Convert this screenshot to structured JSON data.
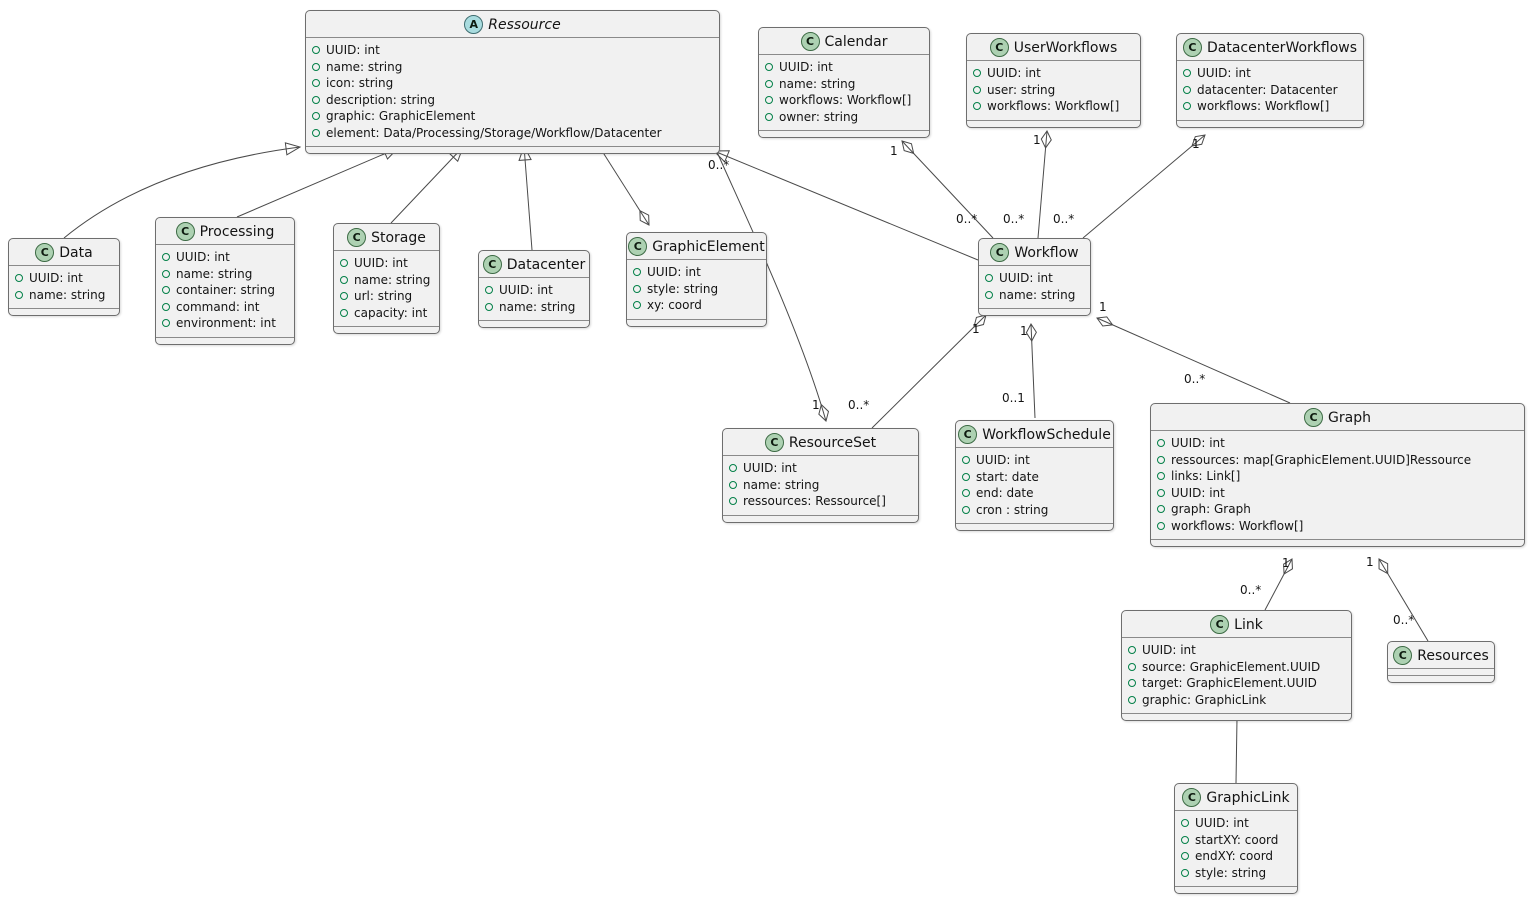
{
  "diagram": {
    "kind": "uml-class-diagram",
    "colors": {
      "box_background": "#F1F1F1",
      "box_border": "#6E6E6E",
      "class_icon_background": "#ADD1B2",
      "abstract_icon_background": "#A9DCDF",
      "field_icon_color": "#038048",
      "edge_color": "#4A4A4A"
    },
    "classes": {
      "ressource": {
        "icon": "A",
        "name": "Ressource",
        "attrs": [
          "UUID: int",
          "name: string",
          "icon: string",
          "description: string",
          "graphic: GraphicElement",
          "element: Data/Processing/Storage/Workflow/Datacenter"
        ]
      },
      "calendar": {
        "icon": "C",
        "name": "Calendar",
        "attrs": [
          "UUID: int",
          "name: string",
          "workflows: Workflow[]",
          "owner: string"
        ]
      },
      "userworkflows": {
        "icon": "C",
        "name": "UserWorkflows",
        "attrs": [
          "UUID: int",
          "user: string",
          "workflows: Workflow[]"
        ]
      },
      "datacenterworkflows": {
        "icon": "C",
        "name": "DatacenterWorkflows",
        "attrs": [
          "UUID: int",
          "datacenter: Datacenter",
          "workflows: Workflow[]"
        ]
      },
      "data": {
        "icon": "C",
        "name": "Data",
        "attrs": [
          "UUID: int",
          "name: string"
        ]
      },
      "processing": {
        "icon": "C",
        "name": "Processing",
        "attrs": [
          "UUID: int",
          "name: string",
          "container: string",
          "command: int",
          "environment: int"
        ]
      },
      "storage": {
        "icon": "C",
        "name": "Storage",
        "attrs": [
          "UUID: int",
          "name: string",
          "url: string",
          "capacity: int"
        ]
      },
      "datacenter": {
        "icon": "C",
        "name": "Datacenter",
        "attrs": [
          "UUID: int",
          "name: string"
        ]
      },
      "graphicelement": {
        "icon": "C",
        "name": "GraphicElement",
        "attrs": [
          "UUID: int",
          "style: string",
          "xy: coord"
        ]
      },
      "workflow": {
        "icon": "C",
        "name": "Workflow",
        "attrs": [
          "UUID: int",
          "name: string"
        ]
      },
      "resourceset": {
        "icon": "C",
        "name": "ResourceSet",
        "attrs": [
          "UUID: int",
          "name: string",
          "ressources: Ressource[]"
        ]
      },
      "workflowschedule": {
        "icon": "C",
        "name": "WorkflowSchedule",
        "attrs": [
          "UUID: int",
          "start: date",
          "end: date",
          "cron : string"
        ]
      },
      "graph": {
        "icon": "C",
        "name": "Graph",
        "attrs": [
          "UUID: int",
          "ressources: map[GraphicElement.UUID]Ressource",
          "links: Link[]",
          "UUID: int",
          "graph: Graph",
          "workflows: Workflow[]"
        ]
      },
      "link": {
        "icon": "C",
        "name": "Link",
        "attrs": [
          "UUID: int",
          "source: GraphicElement.UUID",
          "target: GraphicElement.UUID",
          "graphic: GraphicLink"
        ]
      },
      "resources": {
        "icon": "C",
        "name": "Resources",
        "attrs": []
      },
      "graphiclink": {
        "icon": "C",
        "name": "GraphicLink",
        "attrs": [
          "UUID: int",
          "startXY: coord",
          "endXY: coord",
          "style: string"
        ]
      }
    },
    "edges": {
      "calendar_workflow": {
        "owner": "1",
        "many": "0..*"
      },
      "userworkflows_workflow": {
        "owner": "1",
        "many": "0..*"
      },
      "datacenterworkflows_workflow": {
        "owner": "1",
        "many": "0..*"
      },
      "resourceset_ressource": {
        "owner": "1",
        "many": "0..*"
      },
      "workflow_resourceset": {
        "owner": "1",
        "many": "0..*"
      },
      "workflow_workflowschedule": {
        "owner": "1",
        "many": "0..1"
      },
      "workflow_graph": {
        "owner": "1",
        "many": "0..*"
      },
      "graph_link": {
        "owner": "1",
        "many": "0..*"
      },
      "graph_resources": {
        "owner": "1",
        "many": "0..*"
      }
    }
  }
}
